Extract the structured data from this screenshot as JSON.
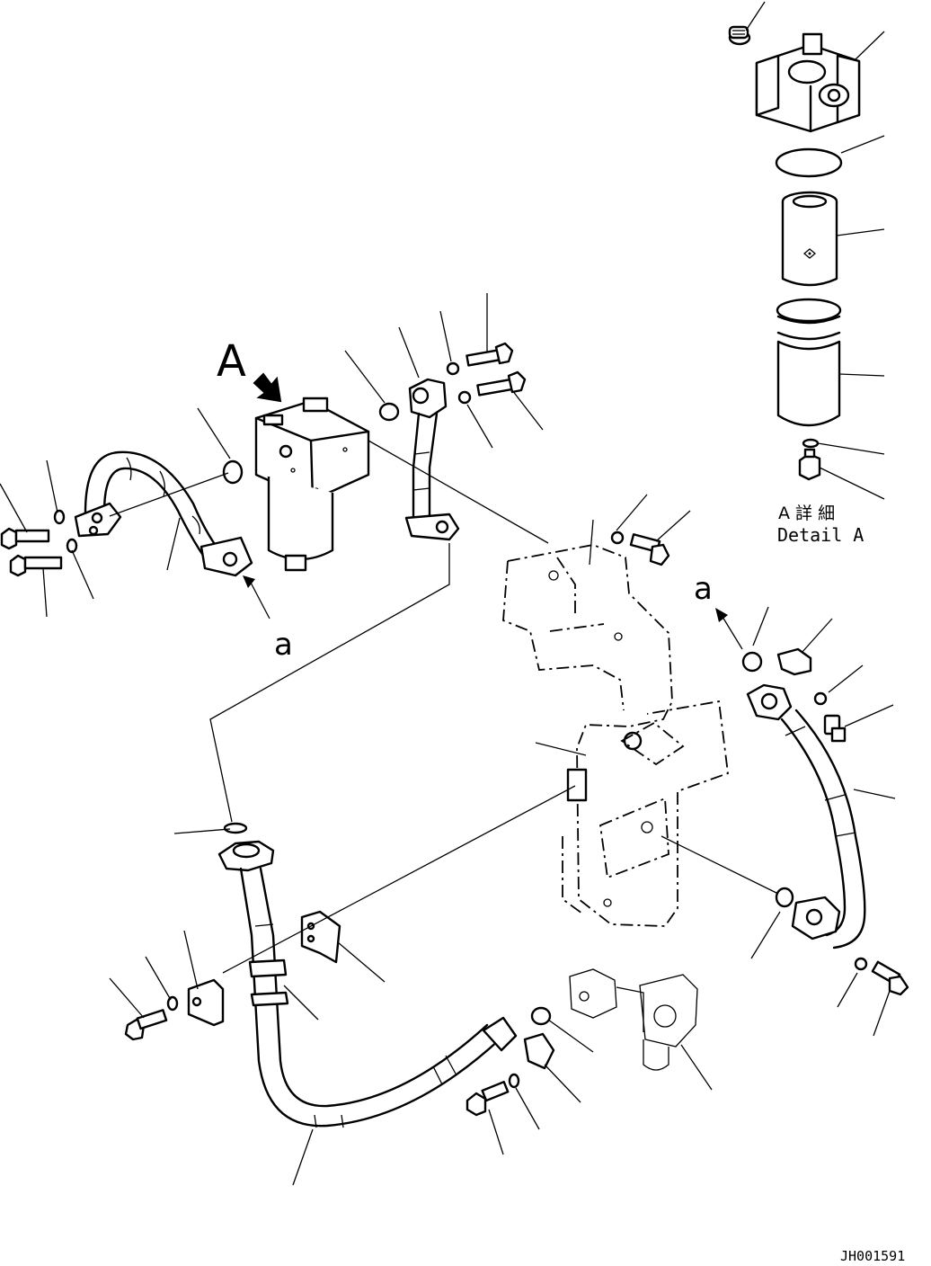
{
  "diagram": {
    "view_label": "A",
    "detail_label_jp": "A 詳 細",
    "detail_label_en": "Detail A",
    "connection_label_1": "a",
    "connection_label_2": "a",
    "drawing_number": "JH001591"
  }
}
